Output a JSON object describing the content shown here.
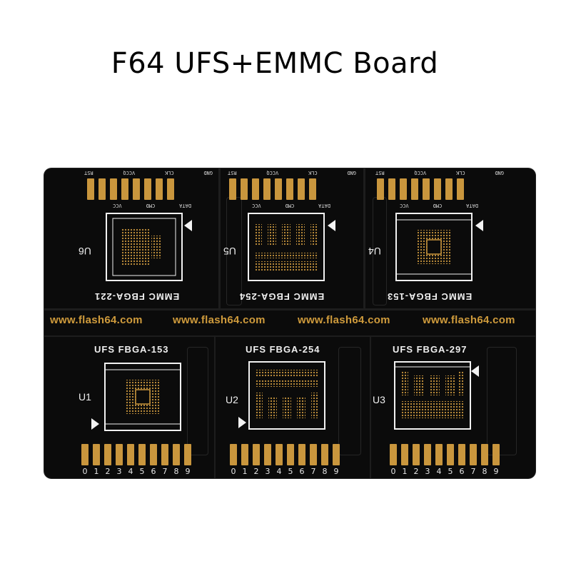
{
  "title": "F64 UFS+EMMC Board",
  "colors": {
    "board": "#0b0b0b",
    "pad_gold": "#c9963d",
    "silkscreen": "#efefef",
    "url": "#cf9b3c"
  },
  "emmc_pin_labels_top": [
    "RST",
    "VCCQ",
    "CLK",
    "GND"
  ],
  "emmc_pin_labels_bottom": [
    "VCC",
    "CMD",
    "DATA"
  ],
  "urls": [
    "www.flash64.com",
    "www.flash64.com",
    "www.flash64.com",
    "www.flash64.com"
  ],
  "emmc_sockets": [
    {
      "ref": "U6",
      "package": "EMMC  FBGA-221"
    },
    {
      "ref": "U5",
      "package": "EMMC  FBGA-254"
    },
    {
      "ref": "U4",
      "package": "EMMC  FBGA-153"
    }
  ],
  "ufs_sockets": [
    {
      "ref": "U1",
      "package": "UFS  FBGA-153"
    },
    {
      "ref": "U2",
      "package": "UFS  FBGA-254"
    },
    {
      "ref": "U3",
      "package": "UFS  FBGA-297"
    }
  ],
  "pin_numbers": [
    "0",
    "1",
    "2",
    "3",
    "4",
    "5",
    "6",
    "7",
    "8",
    "9"
  ]
}
